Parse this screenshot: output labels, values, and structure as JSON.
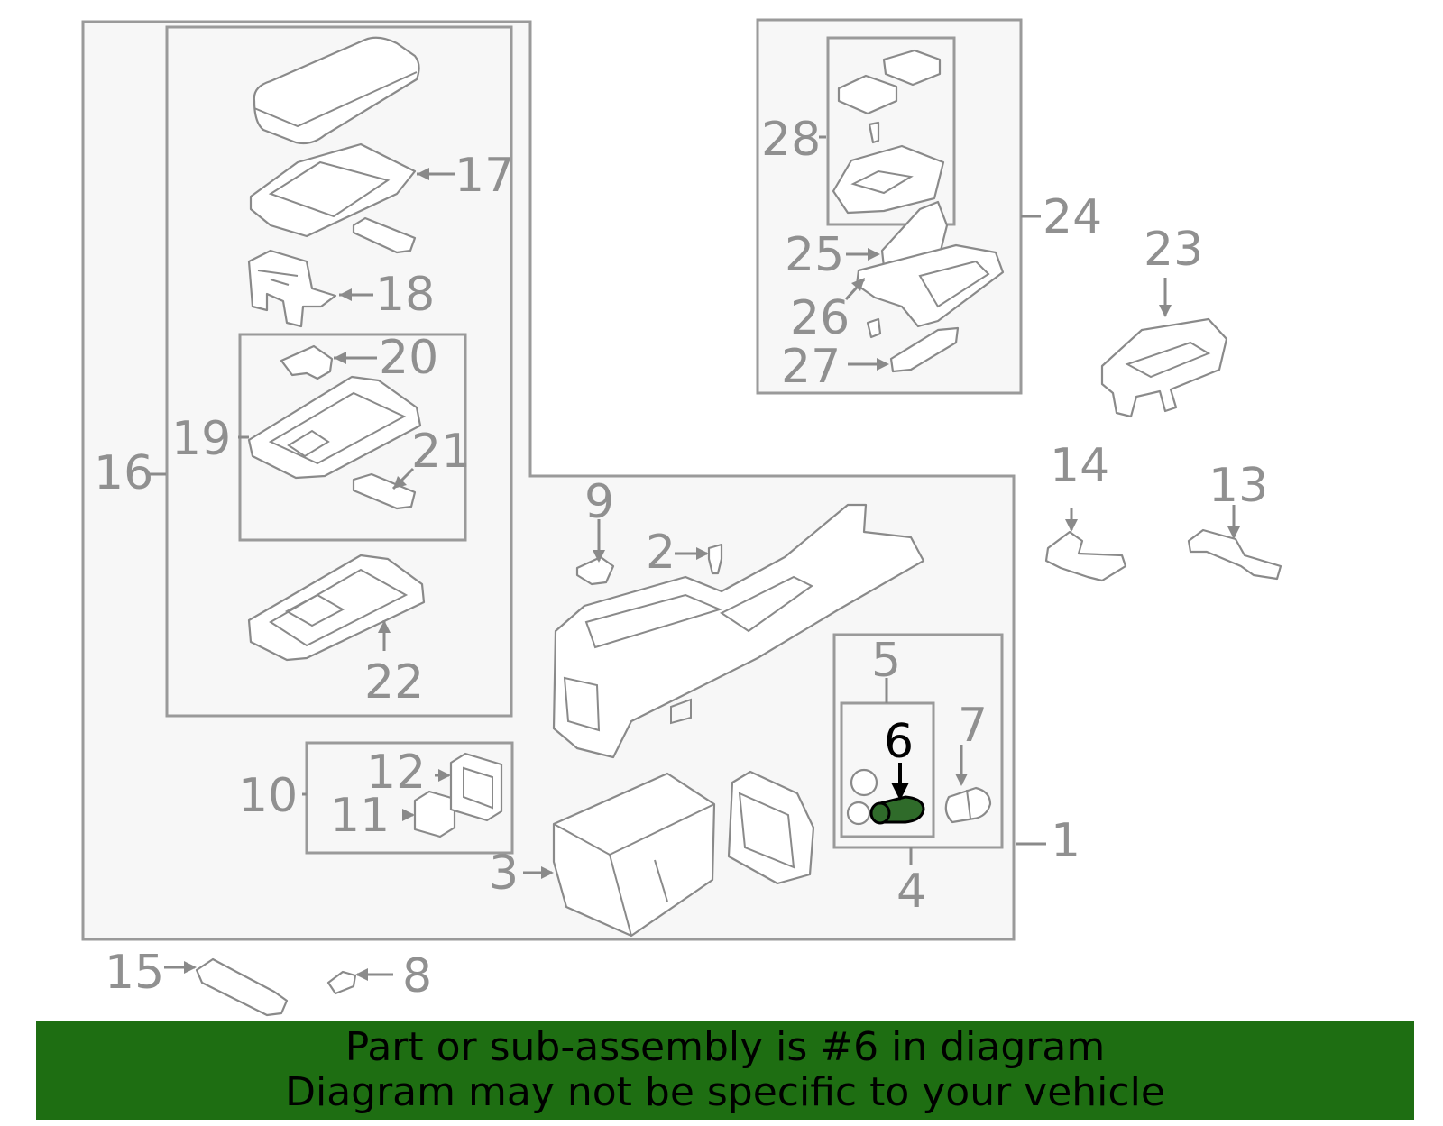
{
  "diagram": {
    "callouts": [
      "1",
      "2",
      "3",
      "4",
      "5",
      "6",
      "7",
      "8",
      "9",
      "10",
      "11",
      "12",
      "13",
      "14",
      "15",
      "16",
      "17",
      "18",
      "19",
      "20",
      "21",
      "22",
      "23",
      "24",
      "25",
      "26",
      "27",
      "28"
    ],
    "highlighted_callout": "6",
    "colors": {
      "highlight": "#2f6b2a",
      "banner": "#1e6e12",
      "line": "#9a9a9a"
    }
  },
  "banner": {
    "line1": "Part or sub-assembly is #6 in diagram",
    "line2": "Diagram may not be specific to your vehicle"
  }
}
